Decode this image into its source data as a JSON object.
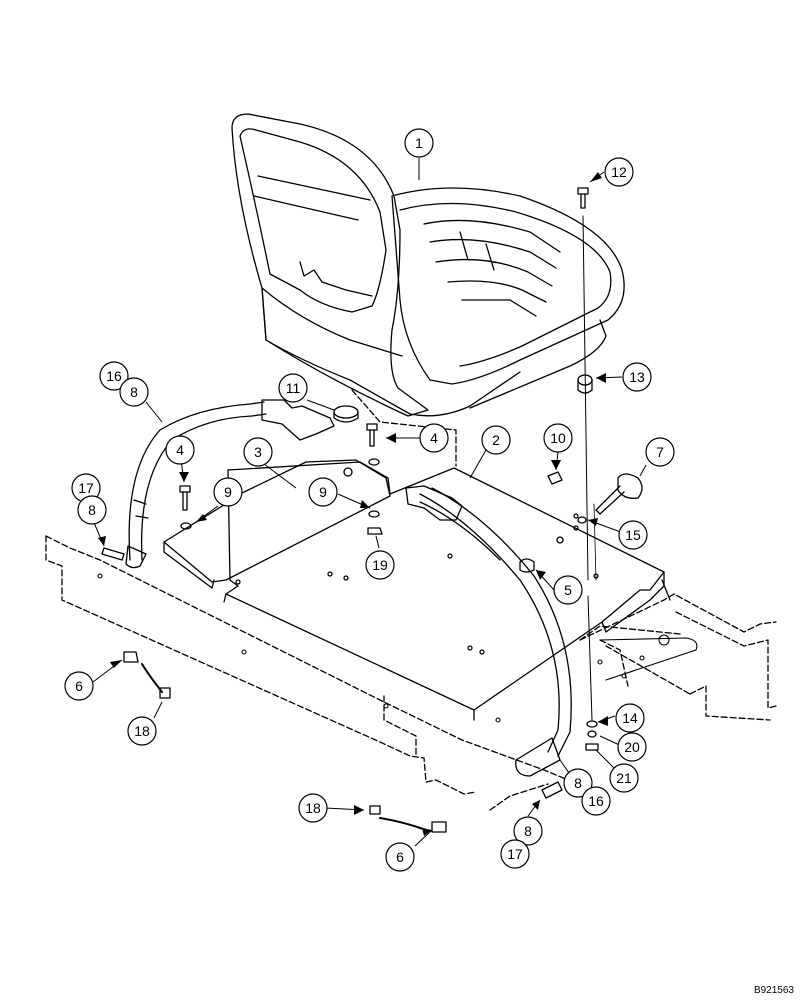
{
  "diagram": {
    "reference_code": "B921563",
    "callouts": [
      {
        "id": "c1",
        "label": "1"
      },
      {
        "id": "c12",
        "label": "12"
      },
      {
        "id": "c13",
        "label": "13"
      },
      {
        "id": "c16a",
        "label": "16"
      },
      {
        "id": "c8a",
        "label": "8"
      },
      {
        "id": "c11",
        "label": "11"
      },
      {
        "id": "c4a",
        "label": "4"
      },
      {
        "id": "c4b",
        "label": "4"
      },
      {
        "id": "c3",
        "label": "3"
      },
      {
        "id": "c2",
        "label": "2"
      },
      {
        "id": "c10",
        "label": "10"
      },
      {
        "id": "c7",
        "label": "7"
      },
      {
        "id": "c17a",
        "label": "17"
      },
      {
        "id": "c8b",
        "label": "8"
      },
      {
        "id": "c9a",
        "label": "9"
      },
      {
        "id": "c9b",
        "label": "9"
      },
      {
        "id": "c19",
        "label": "19"
      },
      {
        "id": "c15",
        "label": "15"
      },
      {
        "id": "c5",
        "label": "5"
      },
      {
        "id": "c6a",
        "label": "6"
      },
      {
        "id": "c18a",
        "label": "18"
      },
      {
        "id": "c14",
        "label": "14"
      },
      {
        "id": "c20",
        "label": "20"
      },
      {
        "id": "c21",
        "label": "21"
      },
      {
        "id": "c8c",
        "label": "8"
      },
      {
        "id": "c16b",
        "label": "16"
      },
      {
        "id": "c8d",
        "label": "8"
      },
      {
        "id": "c17b",
        "label": "17"
      },
      {
        "id": "c18b",
        "label": "18"
      },
      {
        "id": "c6b",
        "label": "6"
      }
    ]
  }
}
